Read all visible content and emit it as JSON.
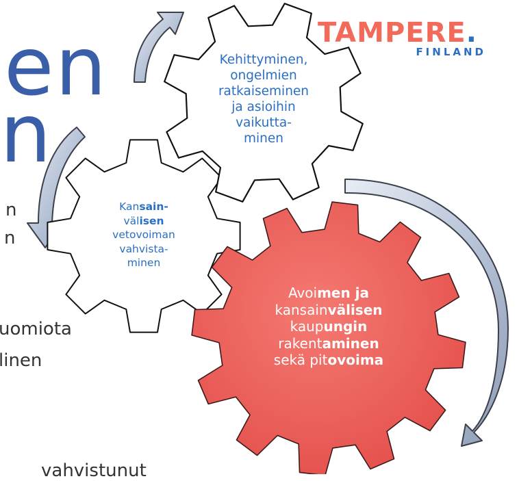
{
  "background_text": {
    "heading_line1": "en",
    "heading_line2": "n",
    "body_lines": [
      "n",
      "n",
      "uomiota",
      "linen",
      "vahvistunut"
    ]
  },
  "logo": {
    "name": "TAMPERE",
    "dot": ".",
    "sub": "FINLAND"
  },
  "gears": {
    "top": {
      "lines": [
        "Kehittyminen,",
        "ongelmien",
        "ratkaiseminen",
        "ja asioihin",
        "vaikutta-",
        "minen"
      ],
      "color": "#2a6fc2"
    },
    "left": {
      "runs": [
        [
          {
            "t": "Kan",
            "b": false
          },
          {
            "t": "sain-",
            "b": true
          }
        ],
        [
          {
            "t": "väl",
            "b": false
          },
          {
            "t": "isen",
            "b": true
          }
        ],
        [
          {
            "t": "vetovoiman",
            "b": false
          }
        ],
        [
          {
            "t": "vahvista-",
            "b": false
          }
        ],
        [
          {
            "t": "minen",
            "b": false
          }
        ]
      ],
      "color": "#2a6fc2"
    },
    "red": {
      "runs": [
        [
          {
            "t": "Avoi",
            "b": false
          },
          {
            "t": "men ja",
            "b": true
          }
        ],
        [
          {
            "t": "kansain",
            "b": false
          },
          {
            "t": "välisen",
            "b": true
          }
        ],
        [
          {
            "t": "kaup",
            "b": false
          },
          {
            "t": "ungin",
            "b": true
          }
        ],
        [
          {
            "t": "rakent",
            "b": false
          },
          {
            "t": "aminen",
            "b": true
          }
        ],
        [
          {
            "t": "sekä pit",
            "b": false
          },
          {
            "t": "ovoima",
            "b": true
          }
        ]
      ],
      "color": "#ffffff",
      "fill": "#ee5b57"
    }
  },
  "colors": {
    "heading": "#3a5fa8",
    "arrow": "#b7c3d8",
    "gear_outline": "#111111"
  }
}
